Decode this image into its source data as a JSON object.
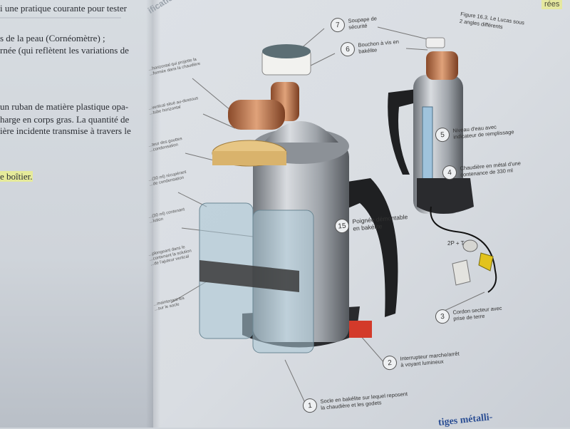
{
  "left_page": {
    "lines": [
      "i une pratique courante pour tester",
      "s de la peau (Cornéomètre) ;",
      "rnée (qui reflètent les variations de",
      "un ruban de matière plastique opa-",
      "harge en corps gras. La quantité de",
      "ière incidente transmise à travers le",
      "e boîtier."
    ]
  },
  "right_page": {
    "section_title": "ification d",
    "top_highlight": "rées",
    "caption": [
      "Figure 16.3. Le Lucas sous",
      "2 angles différents"
    ],
    "left_labels": [
      [
        "...horizontal qui projette la",
        "...formée dans la chaudière"
      ],
      [
        "...vertical situé au-dessous",
        "...tube horizontal"
      ],
      [
        "...teur des gouttes",
        "...condensation"
      ],
      [
        "...(30 ml) récupérant",
        "...de condensation"
      ],
      [
        "...(30 ml) contenant",
        "...lution"
      ],
      [
        "...plongeant dans le",
        "...contenant la solution",
        "...de l'ajuteur vertical"
      ],
      [
        "...maintenant les",
        "...sur le socle"
      ]
    ],
    "callouts": [
      {
        "num": "7",
        "text": [
          "Soupape de",
          "sécurité"
        ]
      },
      {
        "num": "6",
        "text": [
          "Bouchon à vis en",
          "bakélite"
        ]
      },
      {
        "num": "5",
        "text": [
          "Niveau d'eau avec",
          "indicateur de remplissage"
        ]
      },
      {
        "num": "4",
        "text": [
          "Chaudière en métal d'une",
          "contenance de 330 ml"
        ]
      },
      {
        "num": "15",
        "text": [
          "Poignée démontable",
          "en bakélite"
        ]
      },
      {
        "num": "3",
        "text": [
          "Cordon secteur avec",
          "prise de terre"
        ]
      },
      {
        "num": "2",
        "text": [
          "Interrupteur marche/arrêt",
          "à voyant lumineux"
        ]
      },
      {
        "num": "1",
        "text": [
          "Socle en bakélite sur lequel reposent",
          "la chaudière et les godets"
        ]
      }
    ],
    "plug_label": "2P + T",
    "bottom_text": "tiges métalli-"
  }
}
